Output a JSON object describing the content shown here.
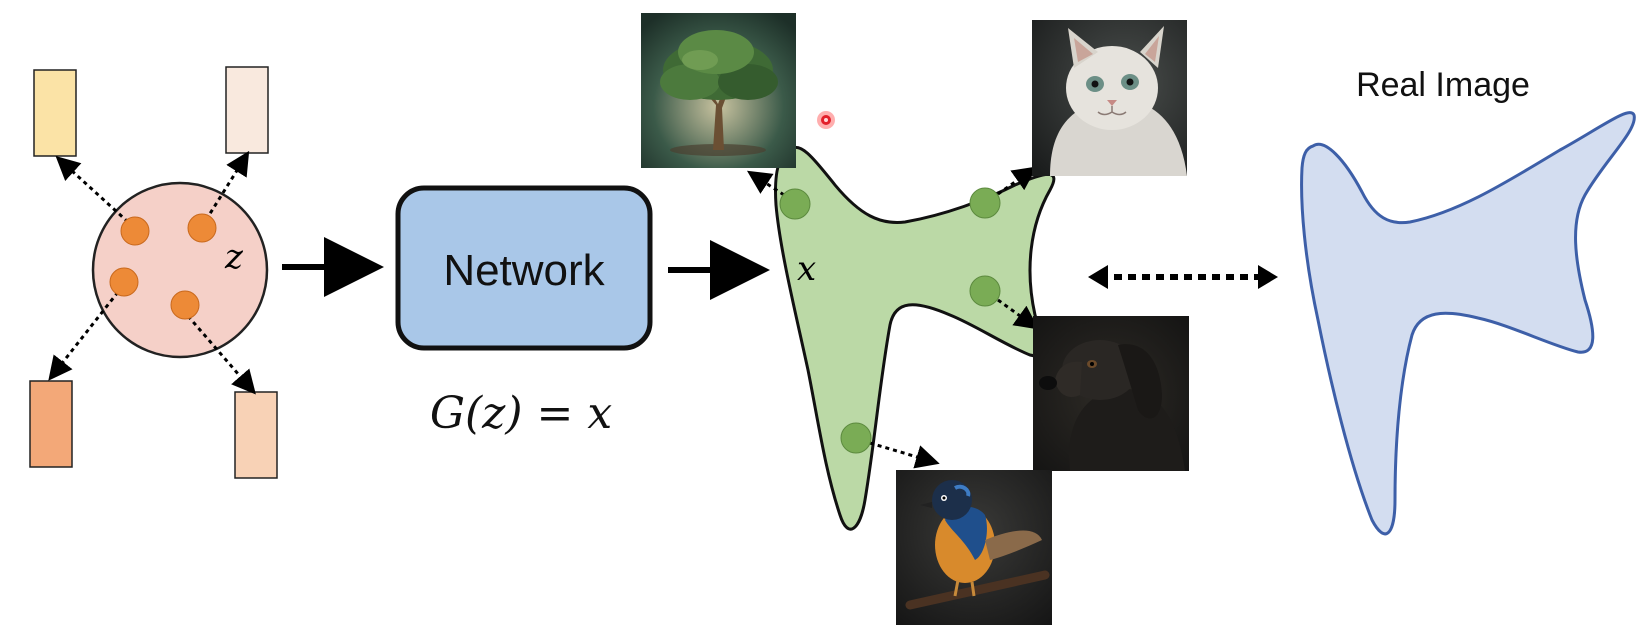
{
  "latent": {
    "label": "z",
    "vector_colors": [
      "#fbe3a6",
      "#f9e9de",
      "#f3a878",
      "#f8d2b6"
    ],
    "circle_color": "#f5d0c8",
    "point_color": "#ed8a37"
  },
  "network": {
    "label": "Network",
    "box_color": "#a9c7e8",
    "border_color": "#111111"
  },
  "equation": "G(z) = x",
  "generated": {
    "label": "x",
    "shape_color": "#bbd9a6",
    "point_color": "#7aac55",
    "thumbnails": [
      {
        "subject": "tree",
        "icon": "tree-icon"
      },
      {
        "subject": "cat",
        "icon": "cat-icon"
      },
      {
        "subject": "dog",
        "icon": "dog-icon"
      },
      {
        "subject": "bird",
        "icon": "bird-icon"
      }
    ]
  },
  "real": {
    "title": "Real Image",
    "shape_color": "#d3ddf0",
    "border_color": "#3d5fa8"
  },
  "pointer_color": "#e3202a"
}
